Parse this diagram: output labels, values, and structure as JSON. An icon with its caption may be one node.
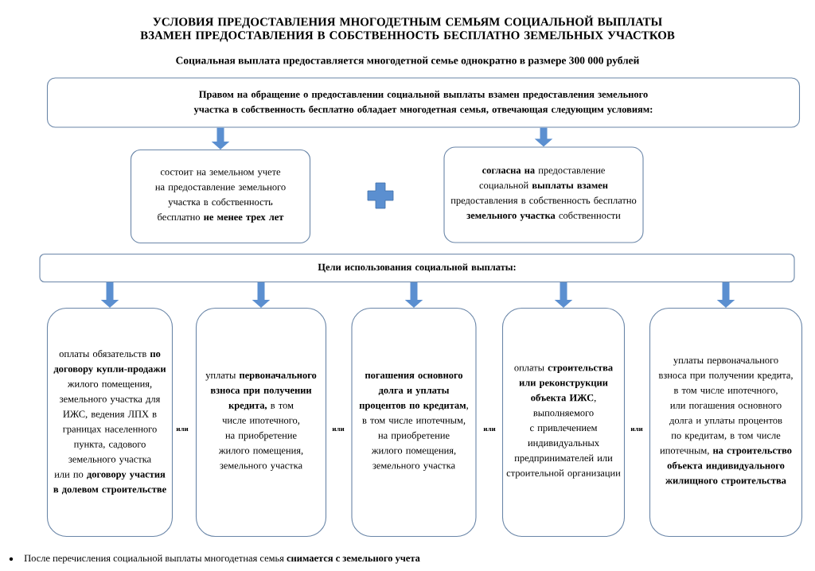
{
  "diagram": {
    "title": "УСЛОВИЯ ПРЕДОСТАВЛЕНИЯ МНОГОДЕТНЫМ СЕМЬЯМ СОЦИАЛЬНОЙ ВЫПЛАТЫ ВЗАМЕН ПРЕДОСТАВЛЕНИЯ В СОБСТВЕННОСТЬ БЕСПЛАТНО ЗЕМЕЛЬНЫХ УЧАСТКОВ",
    "nodes": [
      {
        "text": [
          "Правом на обращение о предоставлении социальной выплаты взамен предоставления земельного участка в собственность бесплатно обладает многодетная семья, отвечающая следующим условиям:"
        ]
      },
      {
        "text": [
          "состоит на земельном учете на предоставление земельного участка в собственность бесплатно **не менее трех лет**"
        ]
      },
      {
        "text": [
          "**согласна на** предоставление социальной **выплаты взамен** предоставления в собственность бесплатно **земельного участка** собственности"
        ]
      },
      {
        "text": [
          "Цели использования социальной выплаты:"
        ]
      },
      {
        "text": [
          "оплаты обязательств **по договору купли-продажи** жилого помещения, земельного участка для ИЖС, ведения ЛПХ в границах населенного пункта, садового земельного участка или по **договору участия в долевом строительстве**"
        ]
      },
      {
        "text": [
          "уплаты **первоначального взноса при получении кредита,** в том числе ипотечного, на приобретение жилого помещения, земельного участка"
        ]
      },
      {
        "text": [
          "**погашения основного долга и уплаты процентов по кредитам**, в том числе ипотечным, на приобретение жилого помещения, земельного участка"
        ]
      },
      {
        "text": [
          "оплаты **строительства или реконструкции объекта ИЖС**, выполняемого с привлечением индивидуальных предпринимателей или строительной организации"
        ]
      },
      {
        "text": [
          "уплаты первоначального взноса при получении кредита, в том числе ипотечного, или погашения основного долга и уплаты процентов по кредитам, в том числе ипотечным, **на строительство объекта индивидуального жилищного строительства**"
        ]
      }
    ],
    "edges": [
      {
        "from": 0,
        "to": 1,
        "arrow": "to"
      },
      {
        "from": 0,
        "to": 2,
        "arrow": "to"
      },
      {
        "from": 3,
        "to": 4,
        "arrow": "to"
      },
      {
        "from": 3,
        "to": 5,
        "arrow": "to"
      },
      {
        "from": 3,
        "to": 6,
        "arrow": "to"
      },
      {
        "from": 3,
        "to": 7,
        "arrow": "to"
      },
      {
        "from": 3,
        "to": 8,
        "arrow": "to"
      }
    ],
    "labels": [
      "Социальная выплата предоставляется многодетной семье однократно в размере 300 000 рублей",
      "или",
      "или",
      "или",
      "или",
      "После перечисления социальной выплаты многодетная семья **снимается с земельного учета**"
    ]
  }
}
